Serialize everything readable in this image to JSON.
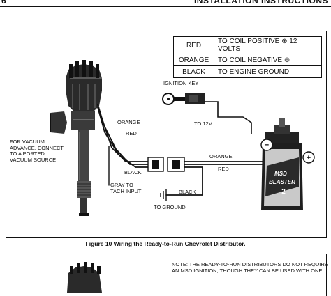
{
  "header": {
    "page_number": "6",
    "title": "INSTALLATION INSTRUCTIONS"
  },
  "legend": [
    {
      "color": "RED",
      "connection": "TO COIL POSITIVE ⊕ 12 VOLTS"
    },
    {
      "color": "ORANGE",
      "connection": "TO COIL NEGATIVE ⊝"
    },
    {
      "color": "BLACK",
      "connection": "TO ENGINE GROUND"
    }
  ],
  "labels": {
    "ignition_key": "IGNITION KEY",
    "to_12v": "TO 12V",
    "vacuum": [
      "FOR VACUUM",
      "ADVANCE, CONNECT",
      "TO A PORTED",
      "VACUUM SOURCE"
    ],
    "orange_upper": "ORANGE",
    "red_upper": "RED",
    "black_lower": "BLACK",
    "orange_right": "ORANGE",
    "red_right": "RED",
    "gray": [
      "GRAY TO",
      "TACH INPUT"
    ],
    "black_ground": "BLACK",
    "to_ground": "TO GROUND",
    "coil_brand": "MSD",
    "coil_model": "BLASTER",
    "coil_number": "2",
    "coil_neg": "−",
    "coil_pos": "+"
  },
  "figure_caption": "Figure 10  Wiring the Ready-to-Run Chevrolet Distributor.",
  "note": "NOTE:  THE READY-TO-RUN DISTRIBUTORS DO NOT REQUIRE AN MSD IGNITION, THOUGH THEY CAN BE USED WITH ONE."
}
